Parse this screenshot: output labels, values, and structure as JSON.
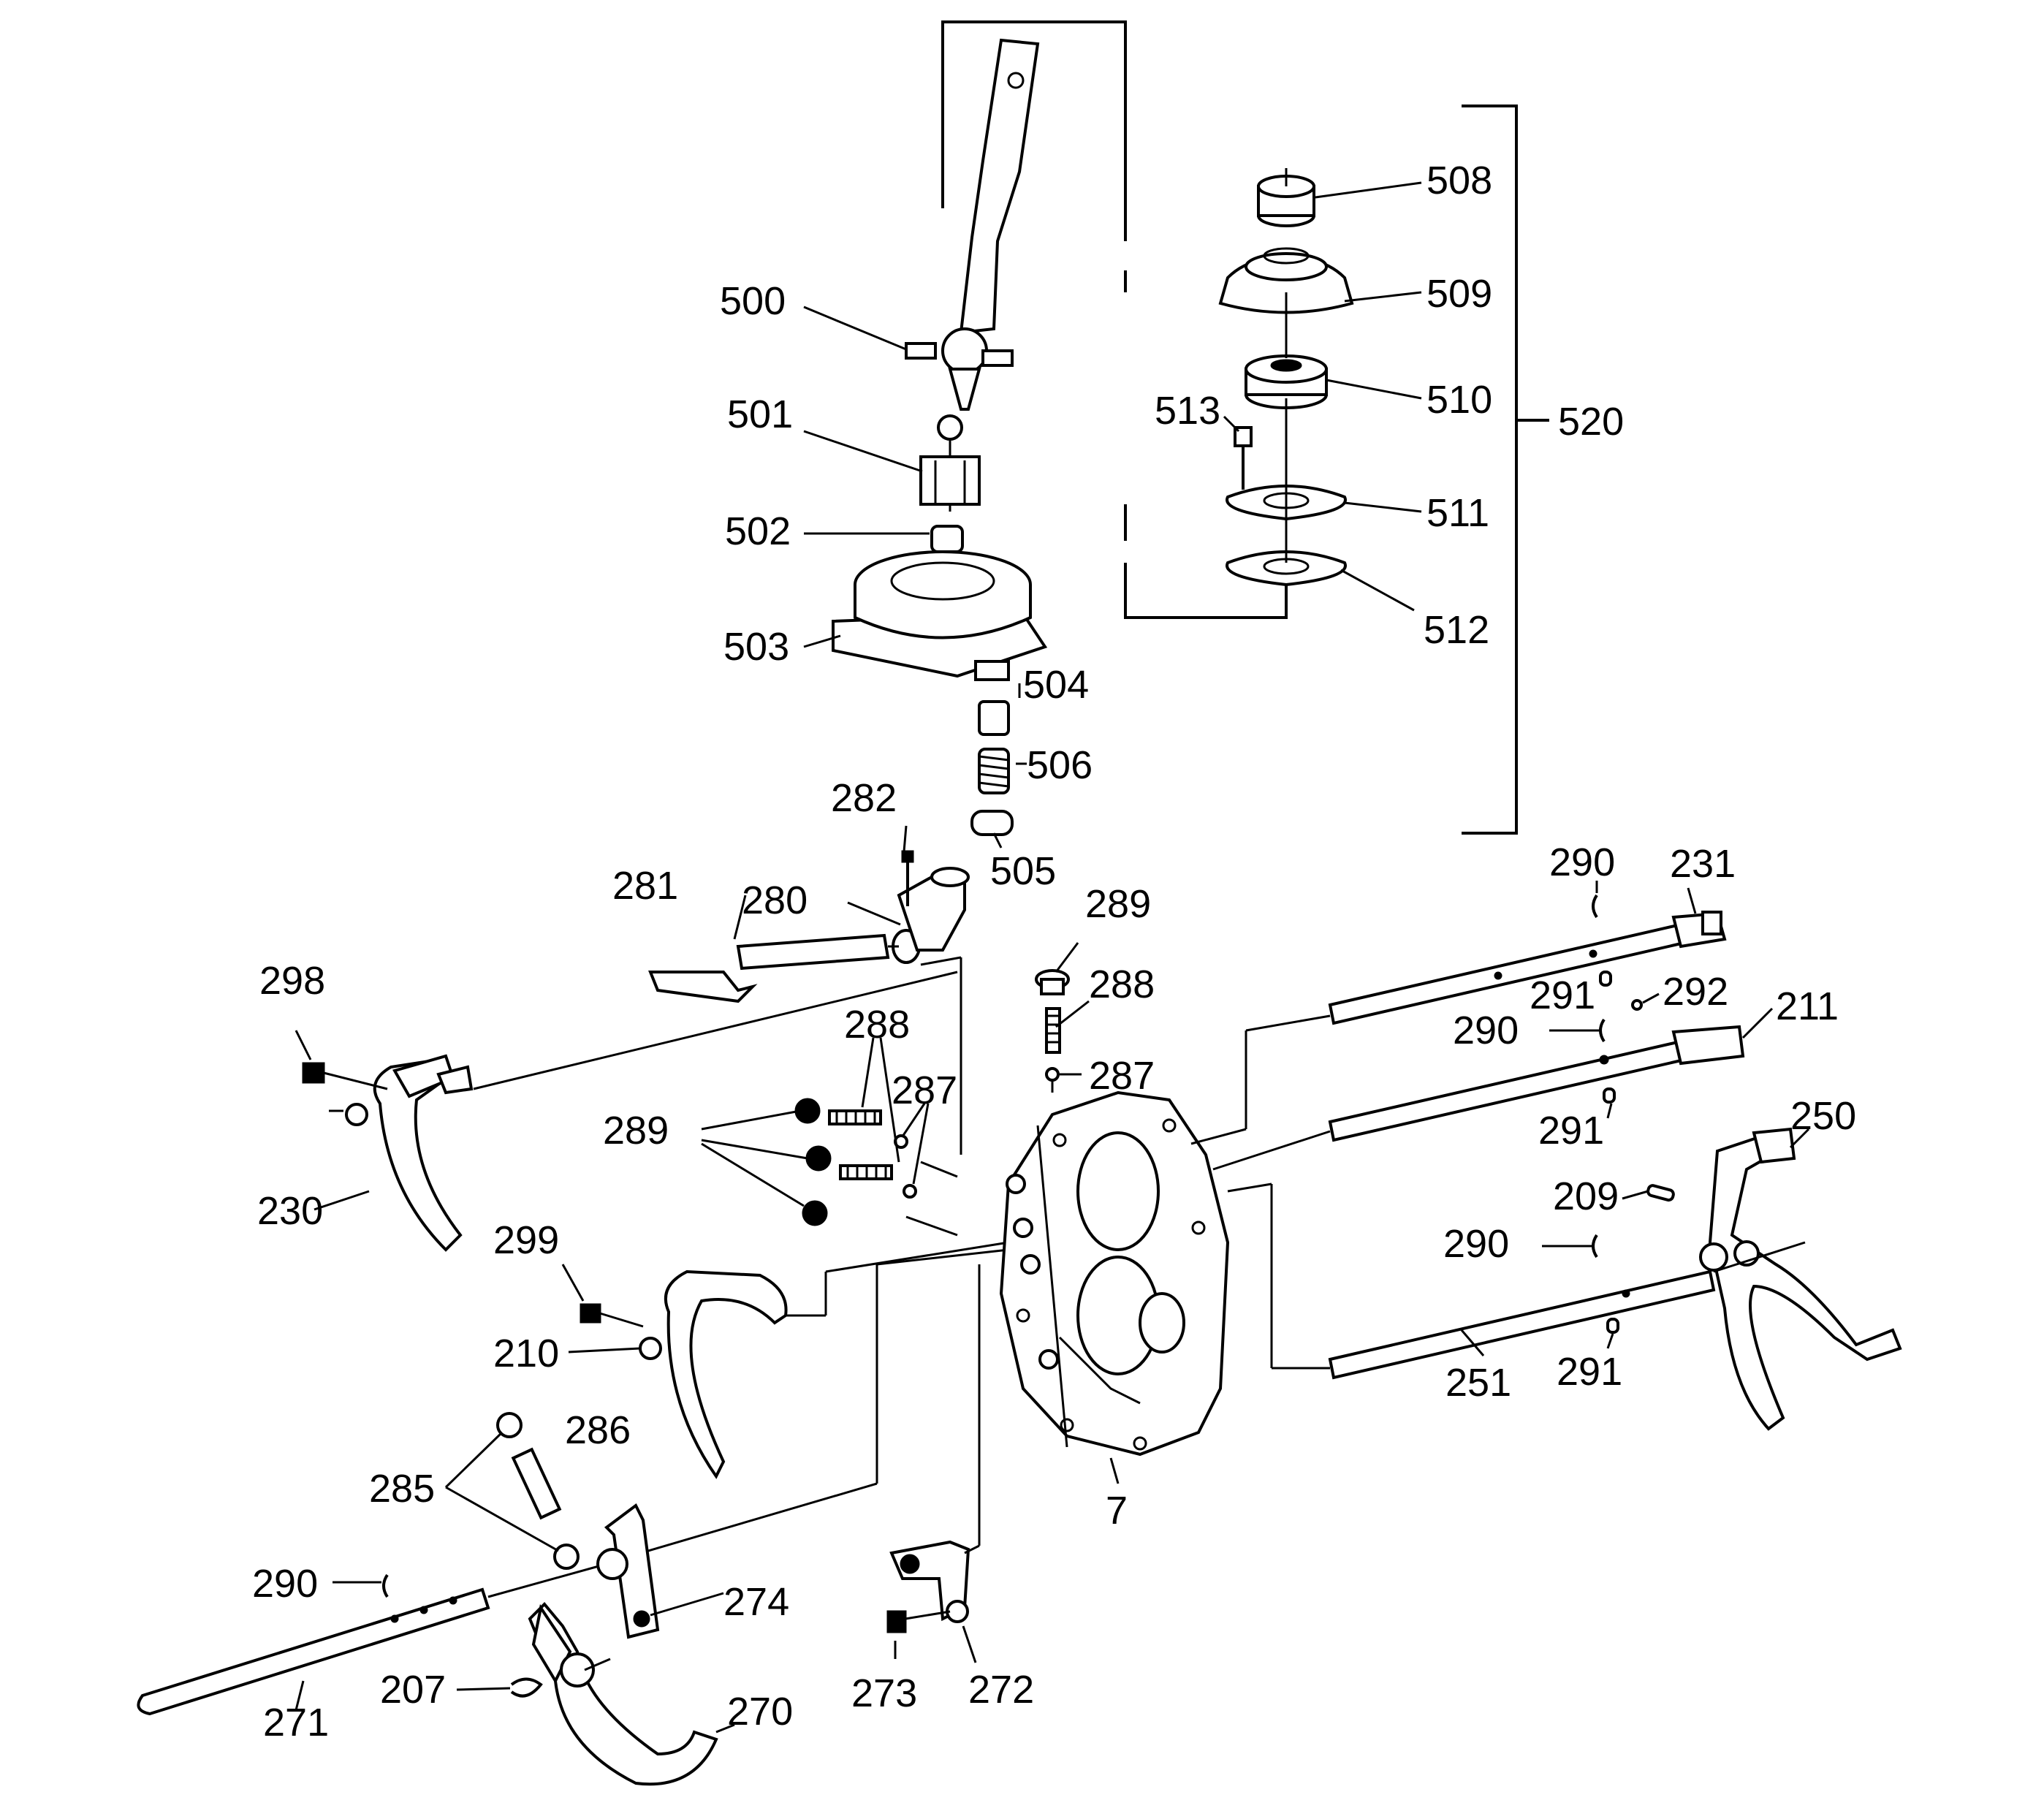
{
  "labels": {
    "l500": "500",
    "l501": "501",
    "l502": "502",
    "l503": "503",
    "l504": "504",
    "l505": "505",
    "l506": "506",
    "l508": "508",
    "l509": "509",
    "l510": "510",
    "l511": "511",
    "l512": "512",
    "l513": "513",
    "l520": "520",
    "l282": "282",
    "l281": "281",
    "l280": "280",
    "l298": "298",
    "l230": "230",
    "l288a": "288",
    "l287a": "287",
    "l289a": "289",
    "l289b": "289",
    "l288b": "288",
    "l287b": "287",
    "l299": "299",
    "l210": "210",
    "l286": "286",
    "l285": "285",
    "l290a": "290",
    "l274": "274",
    "l207": "207",
    "l271": "271",
    "l270": "270",
    "l273": "273",
    "l272": "272",
    "l7": "7",
    "l290b": "290",
    "l231": "231",
    "l291a": "291",
    "l292": "292",
    "l290c": "290",
    "l211": "211",
    "l291b": "291",
    "l250": "250",
    "l209": "209",
    "l290d": "290",
    "l251": "251",
    "l291c": "291"
  }
}
